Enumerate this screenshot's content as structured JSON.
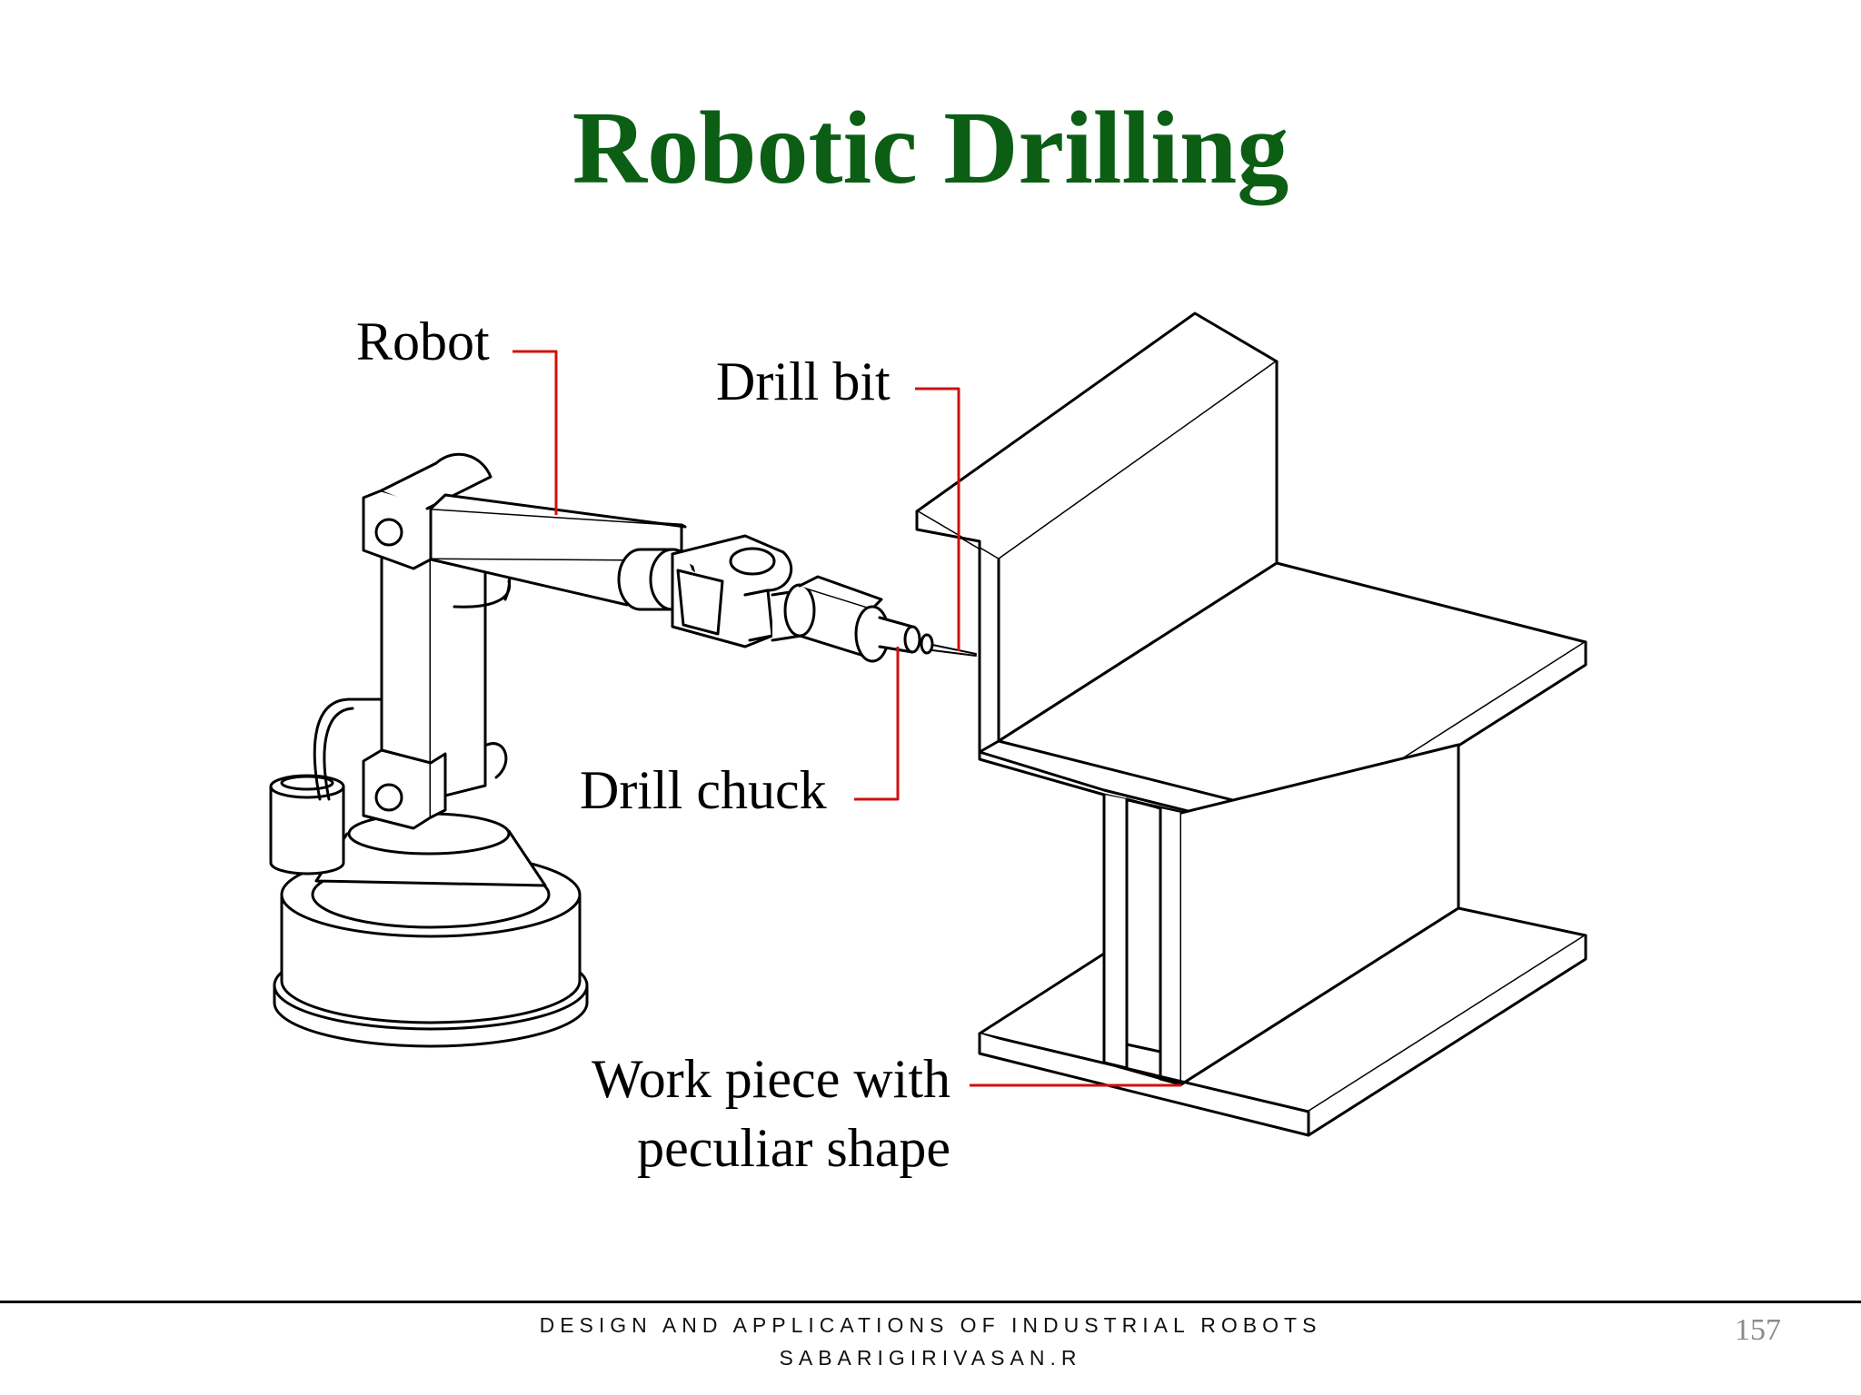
{
  "slide": {
    "title": "Robotic Drilling",
    "page_number": "157"
  },
  "diagram": {
    "labels": {
      "robot": "Robot",
      "drill_bit": "Drill bit",
      "drill_chuck": "Drill chuck",
      "work_piece_line1": "Work piece with",
      "work_piece_line2": "peculiar shape"
    },
    "colors": {
      "title": "#0b5e14",
      "leader_lines": "#d01010",
      "outline": "#000000"
    }
  },
  "footer": {
    "course": "DESIGN AND APPLICATIONS OF INDUSTRIAL ROBOTS",
    "author": "SABARIGIRIVASAN.R"
  }
}
